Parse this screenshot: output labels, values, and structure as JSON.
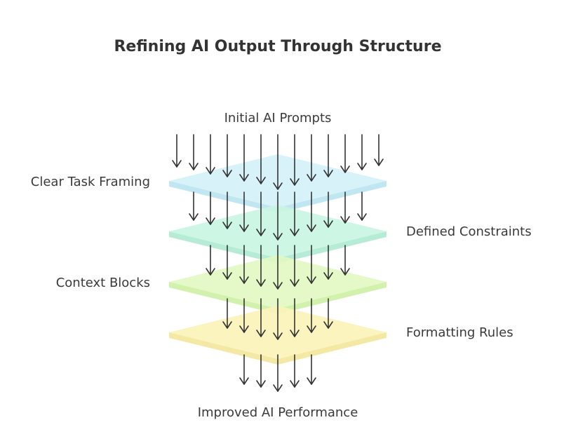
{
  "diagram": {
    "title": "Refining AI Output Through Structure",
    "input_label": "Initial AI Prompts",
    "output_label": "Improved AI Performance",
    "layers": [
      {
        "label": "Clear Task Framing",
        "side": "left",
        "color": "#d4f1f9",
        "edge": "#b9e3ef"
      },
      {
        "label": "Defined Constraints",
        "side": "right",
        "color": "#c9f6e2",
        "edge": "#aeead0"
      },
      {
        "label": "Context Blocks",
        "side": "left",
        "color": "#e2f8c2",
        "edge": "#cdefa4"
      },
      {
        "label": "Formatting Rules",
        "side": "right",
        "color": "#fbf3b8",
        "edge": "#f3e79a"
      }
    ],
    "arrow_color": "#333333"
  }
}
